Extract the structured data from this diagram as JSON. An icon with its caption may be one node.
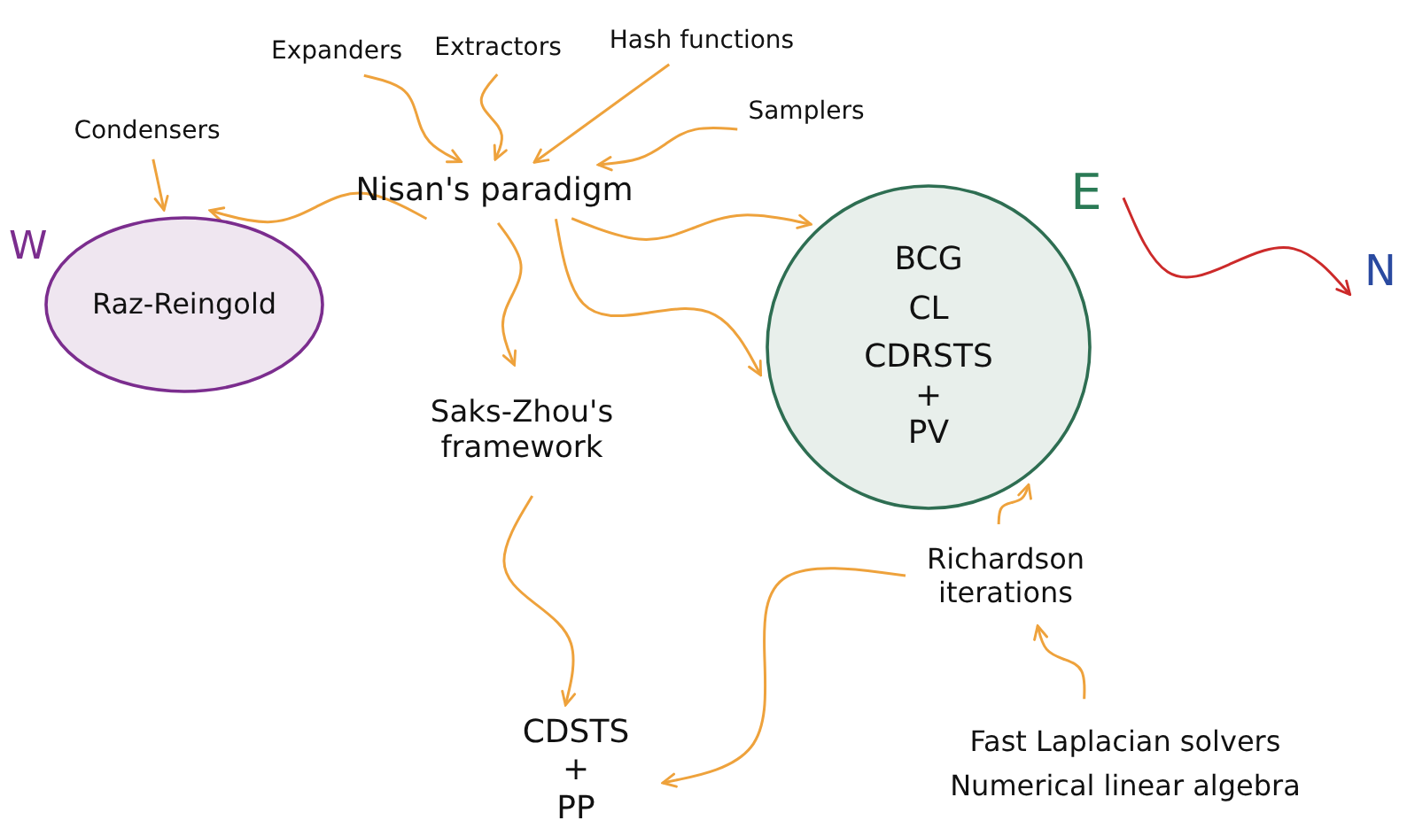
{
  "diagram": {
    "nodes": [
      {
        "text": [
          "Condensers"
        ]
      },
      {
        "text": [
          "Expanders"
        ]
      },
      {
        "text": [
          "Extractors"
        ]
      },
      {
        "text": [
          "Hash functions"
        ]
      },
      {
        "text": [
          "Samplers"
        ]
      },
      {
        "text": [
          "Nisan's paradigm"
        ]
      },
      {
        "text": [
          "Raz-Reingold"
        ],
        "beside": [
          "W"
        ]
      },
      {
        "text": [
          "BCG",
          "CL",
          "CDRSTS + PV"
        ]
      },
      {
        "text": [
          "E"
        ]
      },
      {
        "text": [
          "N"
        ]
      },
      {
        "text": [
          "Saks-Zhou's framework"
        ]
      },
      {
        "text": [
          "CDSTS + PP"
        ]
      },
      {
        "text": [
          "Richardson iterations"
        ]
      },
      {
        "text": [
          "Fast Laplacian solvers",
          "Numerical linear algebra"
        ]
      }
    ],
    "edges": [
      {
        "from": 0,
        "to": 6,
        "arrow": "to"
      },
      {
        "from": 1,
        "to": 5,
        "arrow": "to"
      },
      {
        "from": 2,
        "to": 5,
        "arrow": "to"
      },
      {
        "from": 3,
        "to": 5,
        "arrow": "to"
      },
      {
        "from": 4,
        "to": 5,
        "arrow": "to"
      },
      {
        "from": 5,
        "to": 6,
        "arrow": "to"
      },
      {
        "from": 5,
        "to": 7,
        "arrow": "to"
      },
      {
        "from": 5,
        "to": 7,
        "arrow": "to"
      },
      {
        "from": 5,
        "to": 10,
        "arrow": "to"
      },
      {
        "from": 10,
        "to": 11,
        "arrow": "to"
      },
      {
        "from": 12,
        "to": 11,
        "arrow": "to"
      },
      {
        "from": 12,
        "to": 7,
        "arrow": "to"
      },
      {
        "from": 13,
        "to": 12,
        "arrow": "to"
      },
      {
        "from": 8,
        "to": 9,
        "arrow": "to",
        "color": "#cc2a2a"
      }
    ]
  }
}
